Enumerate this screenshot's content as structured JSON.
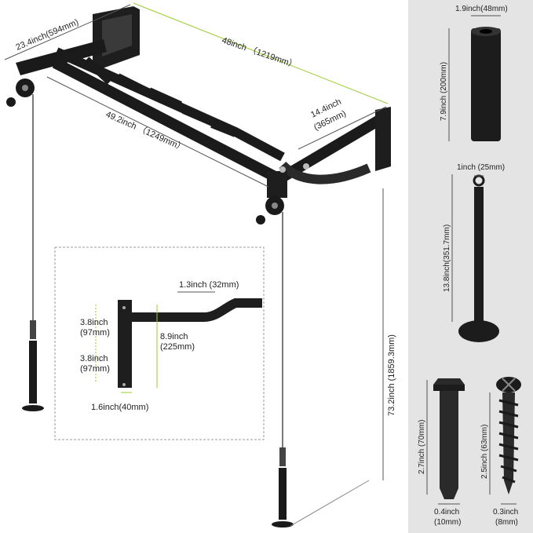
{
  "colors": {
    "panel_bg": "#e4e4e4",
    "frame": "#1a1a1a",
    "dim_green": "#9acd32",
    "dim_gray": "#777777",
    "inset_border": "#9a9a9a"
  },
  "main_dims": {
    "width_48": "48inch （1219mm）",
    "depth": "23.4inch(594mm)",
    "span_49": "49.2inch （1249mm）",
    "inner_14_top": "14.4inch",
    "inner_14_bot": "(365mm)",
    "height_73": "73.2inch (1859.3mm)"
  },
  "inset": {
    "bar_dia": "1.3inch (32mm)",
    "upper_a": "3.8inch",
    "upper_b": "(97mm)",
    "lower_a": "3.8inch",
    "lower_b": "(97mm)",
    "total_a": "8.9inch",
    "total_b": "(225mm)",
    "plate_w": "1.6inch(40mm)"
  },
  "parts": {
    "sleeve_dia": "1.9inch(48mm)",
    "sleeve_len": "7.9inch (200mm)",
    "pin_dia": "1inch (25mm)",
    "pin_len": "13.8inch(351.7mm)",
    "anchor_len": "2.7inch (70mm)",
    "anchor_dia_a": "0.4inch",
    "anchor_dia_b": "(10mm)",
    "screw_len": "2.5inch (63mm)",
    "screw_dia_a": "0.3inch",
    "screw_dia_b": "(8mm)"
  },
  "icons": [
    "pulley-icon",
    "loading-pin-icon",
    "foam-sleeve-icon",
    "expansion-anchor-icon",
    "wood-screw-icon",
    "pull-up-bar-icon"
  ]
}
